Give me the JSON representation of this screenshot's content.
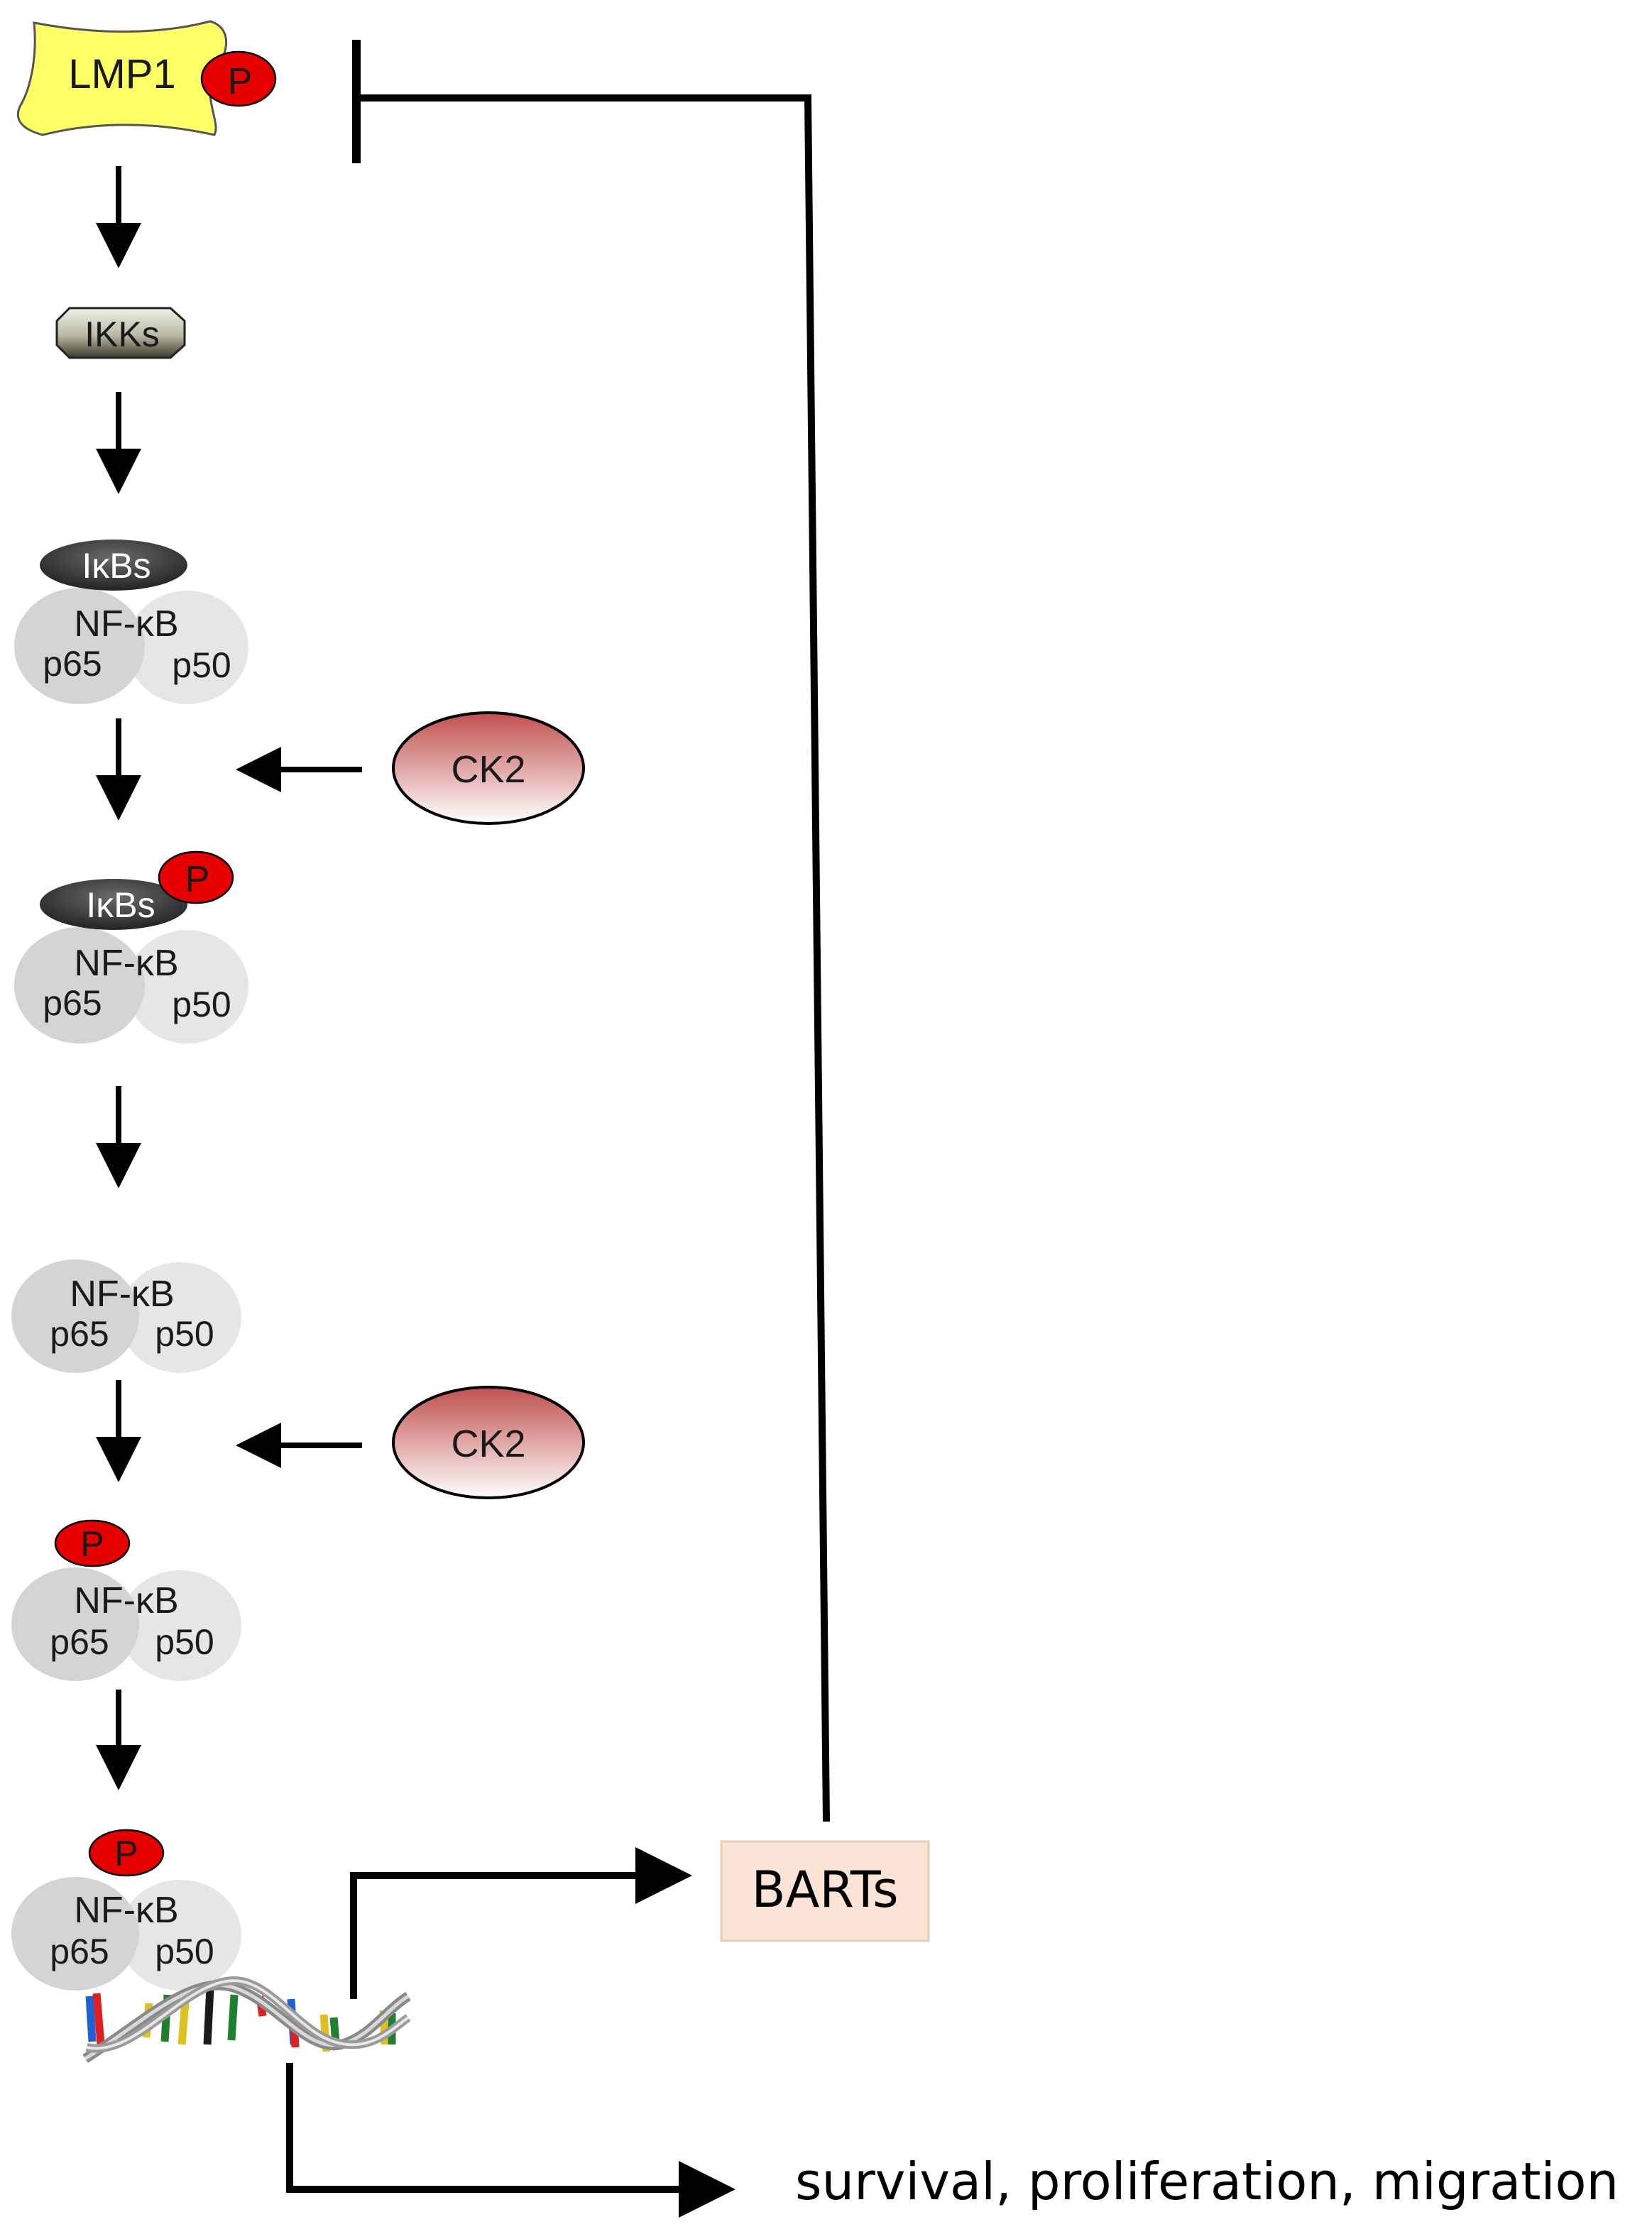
{
  "nodes": {
    "lmp1": {
      "label": "LMP1",
      "phospho": "P"
    },
    "ikks": {
      "label": "IKKs"
    },
    "complex1": {
      "inhibitor": "IκBs",
      "name": "NF-κB",
      "sub_left": "p65",
      "sub_right": "p50"
    },
    "ck2_1": {
      "label": "CK2"
    },
    "complex2": {
      "inhibitor": "IκBs",
      "phospho": "P",
      "name": "NF-κB",
      "sub_left": "p65",
      "sub_right": "p50"
    },
    "complex3": {
      "name": "NF-κB",
      "sub_left": "p65",
      "sub_right": "p50"
    },
    "ck2_2": {
      "label": "CK2"
    },
    "complex4": {
      "phospho": "P",
      "name": "NF-κB",
      "sub_left": "p65",
      "sub_right": "p50"
    },
    "complex5": {
      "phospho": "P",
      "name": "NF-κB",
      "sub_left": "p65",
      "sub_right": "p50"
    },
    "barts": {
      "label": "BARTs"
    },
    "outcome": {
      "label": "survival, proliferation, migration"
    }
  },
  "colors": {
    "lmp1_fill": "#ffff66",
    "phospho_fill": "#e60000",
    "ikbs_fill": "#3c3c3c",
    "nfkb_fill": "#d9d9d9",
    "barts_fill": "#fbe4d5",
    "ck2_gradient_top": "#c0504d",
    "ck2_gradient_bottom": "#ffffff"
  }
}
